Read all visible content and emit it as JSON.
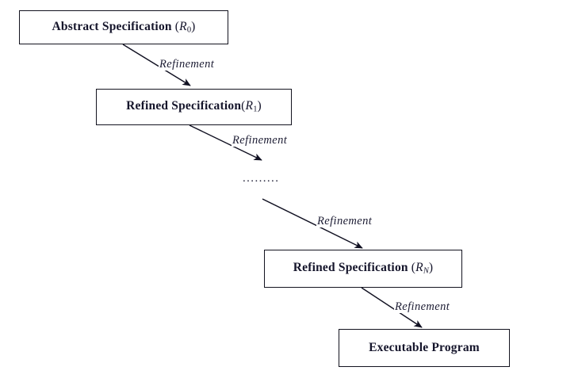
{
  "diagram": {
    "title": "Stepwise refinement from abstract specification to executable program",
    "type": "flow-diagram",
    "background_color": "#ffffff",
    "line_color": "#111122",
    "text_color": "#15152b",
    "nodes": [
      {
        "id": "abstract-specification",
        "text_prefix": "Abstract Specification ",
        "paren_open": "(",
        "var": "R",
        "sub": "0",
        "sub_italic": false,
        "paren_close": ")"
      },
      {
        "id": "refined-specification-1",
        "text_prefix": "Refined Specification",
        "paren_open": "(",
        "var": "R",
        "sub": "1",
        "sub_italic": false,
        "paren_close": ")"
      },
      {
        "id": "refined-specification-n",
        "text_prefix": "Refined Specification ",
        "paren_open": "(",
        "var": "R",
        "sub": "N",
        "sub_italic": true,
        "paren_close": ")"
      },
      {
        "id": "executable-program",
        "text_prefix": "Executable Program",
        "paren_open": "",
        "var": "",
        "sub": "",
        "sub_italic": false,
        "paren_close": ""
      }
    ],
    "ellipsis": ".........",
    "edges": [
      {
        "id": "edge-0",
        "label": "Refinement",
        "from": "abstract-specification",
        "to": "refined-specification-1"
      },
      {
        "id": "edge-1",
        "label": "Refinement",
        "from": "refined-specification-1",
        "to": "ellipsis"
      },
      {
        "id": "edge-2",
        "label": "Refinement",
        "from": "ellipsis",
        "to": "refined-specification-n"
      },
      {
        "id": "edge-3",
        "label": "Refinement",
        "from": "refined-specification-n",
        "to": "executable-program"
      }
    ]
  }
}
